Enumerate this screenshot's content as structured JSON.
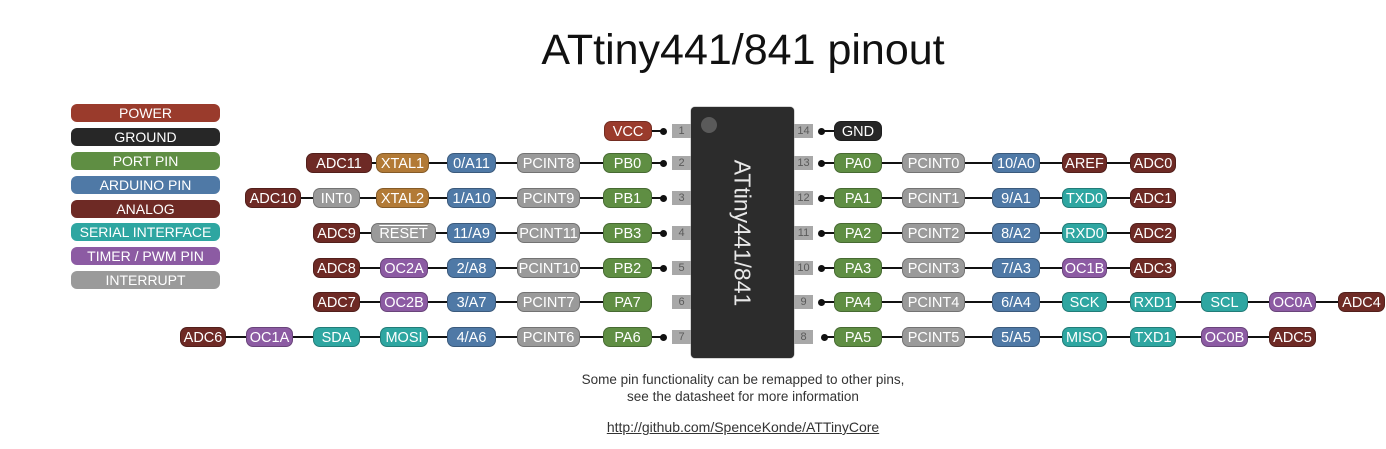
{
  "title": "ATtiny441/841 pinout",
  "chip_label": "ATtiny441/841",
  "colors": {
    "power": "#9a3b2c",
    "ground": "#272727",
    "port": "#5f8e43",
    "arduino": "#4f79a6",
    "analog": "#6e2a25",
    "serial": "#2ea6a1",
    "timer": "#8c5ba3",
    "interrupt": "#9a9a9a",
    "xtal": "#b27a36"
  },
  "legend": [
    {
      "label": "POWER",
      "type": "power"
    },
    {
      "label": "GROUND",
      "type": "ground"
    },
    {
      "label": "PORT PIN",
      "type": "port"
    },
    {
      "label": "ARDUINO PIN",
      "type": "arduino"
    },
    {
      "label": "ANALOG",
      "type": "analog"
    },
    {
      "label": "SERIAL INTERFACE",
      "type": "serial"
    },
    {
      "label": "TIMER / PWM PIN",
      "type": "timer"
    },
    {
      "label": "INTERRUPT",
      "type": "interrupt"
    }
  ],
  "left_pins": [
    {
      "pin": "1",
      "connected": true,
      "labels": [
        {
          "text": "VCC",
          "type": "power"
        }
      ]
    },
    {
      "pin": "2",
      "connected": true,
      "labels": [
        {
          "text": "PB0",
          "type": "port"
        },
        {
          "text": "PCINT8",
          "type": "interrupt"
        },
        {
          "text": "0/A11",
          "type": "arduino"
        },
        {
          "text": "XTAL1",
          "type": "xtal"
        },
        {
          "text": "ADC11",
          "type": "analog"
        }
      ]
    },
    {
      "pin": "3",
      "connected": true,
      "labels": [
        {
          "text": "PB1",
          "type": "port"
        },
        {
          "text": "PCINT9",
          "type": "interrupt"
        },
        {
          "text": "1/A10",
          "type": "arduino"
        },
        {
          "text": "XTAL2",
          "type": "xtal"
        },
        {
          "text": "INT0",
          "type": "interrupt"
        },
        {
          "text": "ADC10",
          "type": "analog"
        }
      ]
    },
    {
      "pin": "4",
      "connected": true,
      "labels": [
        {
          "text": "PB3",
          "type": "port"
        },
        {
          "text": "PCINT11",
          "type": "interrupt"
        },
        {
          "text": "11/A9",
          "type": "arduino"
        },
        {
          "text": "RESET",
          "type": "interrupt",
          "overline": true
        },
        {
          "text": "ADC9",
          "type": "analog"
        }
      ]
    },
    {
      "pin": "5",
      "connected": true,
      "labels": [
        {
          "text": "PB2",
          "type": "port"
        },
        {
          "text": "PCINT10",
          "type": "interrupt"
        },
        {
          "text": "2/A8",
          "type": "arduino"
        },
        {
          "text": "OC2A",
          "type": "timer"
        },
        {
          "text": "ADC8",
          "type": "analog"
        }
      ]
    },
    {
      "pin": "6",
      "connected": false,
      "labels": [
        {
          "text": "PA7",
          "type": "port"
        },
        {
          "text": "PCINT7",
          "type": "interrupt"
        },
        {
          "text": "3/A7",
          "type": "arduino"
        },
        {
          "text": "OC2B",
          "type": "timer"
        },
        {
          "text": "ADC7",
          "type": "analog"
        }
      ]
    },
    {
      "pin": "7",
      "connected": true,
      "labels": [
        {
          "text": "PA6",
          "type": "port"
        },
        {
          "text": "PCINT6",
          "type": "interrupt"
        },
        {
          "text": "4/A6",
          "type": "arduino"
        },
        {
          "text": "MOSI",
          "type": "serial"
        },
        {
          "text": "SDA",
          "type": "serial"
        },
        {
          "text": "OC1A",
          "type": "timer"
        },
        {
          "text": "ADC6",
          "type": "analog"
        }
      ]
    }
  ],
  "right_pins": [
    {
      "pin": "14",
      "connected": true,
      "labels": [
        {
          "text": "GND",
          "type": "ground"
        }
      ]
    },
    {
      "pin": "13",
      "connected": true,
      "labels": [
        {
          "text": "PA0",
          "type": "port"
        },
        {
          "text": "PCINT0",
          "type": "interrupt"
        },
        {
          "text": "10/A0",
          "type": "arduino"
        },
        {
          "text": "AREF",
          "type": "analog"
        },
        {
          "text": "ADC0",
          "type": "analog"
        }
      ]
    },
    {
      "pin": "12",
      "connected": true,
      "labels": [
        {
          "text": "PA1",
          "type": "port"
        },
        {
          "text": "PCINT1",
          "type": "interrupt"
        },
        {
          "text": "9/A1",
          "type": "arduino"
        },
        {
          "text": "TXD0",
          "type": "serial"
        },
        {
          "text": "ADC1",
          "type": "analog"
        }
      ]
    },
    {
      "pin": "11",
      "connected": true,
      "labels": [
        {
          "text": "PA2",
          "type": "port"
        },
        {
          "text": "PCINT2",
          "type": "interrupt"
        },
        {
          "text": "8/A2",
          "type": "arduino"
        },
        {
          "text": "RXD0",
          "type": "serial"
        },
        {
          "text": "ADC2",
          "type": "analog"
        }
      ]
    },
    {
      "pin": "10",
      "connected": true,
      "labels": [
        {
          "text": "PA3",
          "type": "port"
        },
        {
          "text": "PCINT3",
          "type": "interrupt"
        },
        {
          "text": "7/A3",
          "type": "arduino"
        },
        {
          "text": "OC1B",
          "type": "timer"
        },
        {
          "text": "ADC3",
          "type": "analog"
        }
      ]
    },
    {
      "pin": "9",
      "connected": true,
      "labels": [
        {
          "text": "PA4",
          "type": "port"
        },
        {
          "text": "PCINT4",
          "type": "interrupt"
        },
        {
          "text": "6/A4",
          "type": "arduino"
        },
        {
          "text": "SCK",
          "type": "serial"
        },
        {
          "text": "RXD1",
          "type": "serial"
        },
        {
          "text": "SCL",
          "type": "serial"
        },
        {
          "text": "OC0A",
          "type": "timer"
        },
        {
          "text": "ADC4",
          "type": "analog"
        }
      ]
    },
    {
      "pin": "8",
      "connected": true,
      "labels": [
        {
          "text": "PA5",
          "type": "port"
        },
        {
          "text": "PCINT5",
          "type": "interrupt"
        },
        {
          "text": "5/A5",
          "type": "arduino"
        },
        {
          "text": "MISO",
          "type": "serial"
        },
        {
          "text": "TXD1",
          "type": "serial"
        },
        {
          "text": "OC0B",
          "type": "timer"
        },
        {
          "text": "ADC5",
          "type": "analog"
        }
      ]
    }
  ],
  "note_line1": "Some pin functionality can be remapped to other pins,",
  "note_line2": "see the datasheet for more information",
  "link": "http://github.com/SpenceKonde/ATTinyCore"
}
